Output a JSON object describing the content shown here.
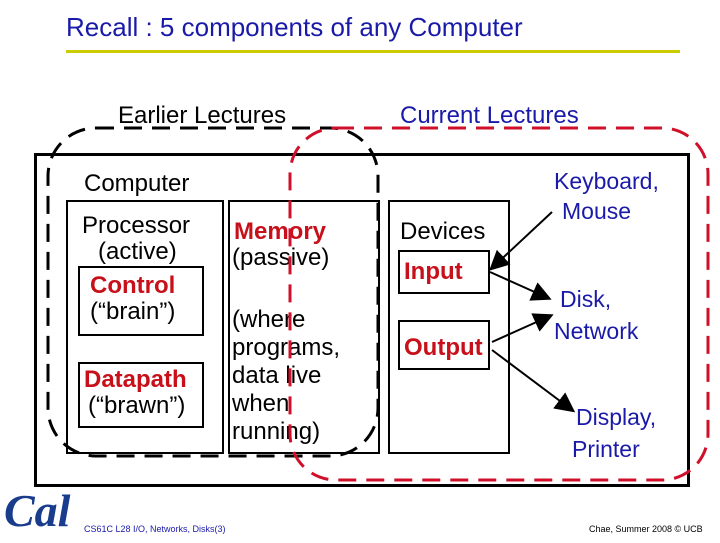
{
  "title": "Recall : 5 components of any Computer",
  "labels": {
    "earlier": "Earlier Lectures",
    "current": "Current Lectures",
    "computer": "Computer",
    "processor": "Processor",
    "active": "(active)",
    "control": "Control",
    "brain": "(“brain”)",
    "datapath": "Datapath",
    "brawn": "(“brawn”)",
    "memory": "Memory",
    "passive": "(passive)",
    "where_lines": [
      "(where",
      "programs,",
      "data live",
      "when",
      "running)"
    ],
    "devices": "Devices",
    "input": "Input",
    "output": "Output",
    "keyboard_lines": [
      "Keyboard,",
      "Mouse"
    ],
    "disk_lines": [
      "Disk,",
      "Network"
    ],
    "display_lines": [
      "Display,",
      "Printer"
    ]
  },
  "footer": {
    "left": "CS61C L28 I/O, Networks, Disks(3)",
    "right": "Chae, Summer 2008 © UCB"
  },
  "logo_text": "Cal",
  "colors": {
    "title": "#1a1aa8",
    "accent_red": "#c8101a",
    "title_rule": "#cccc00"
  }
}
